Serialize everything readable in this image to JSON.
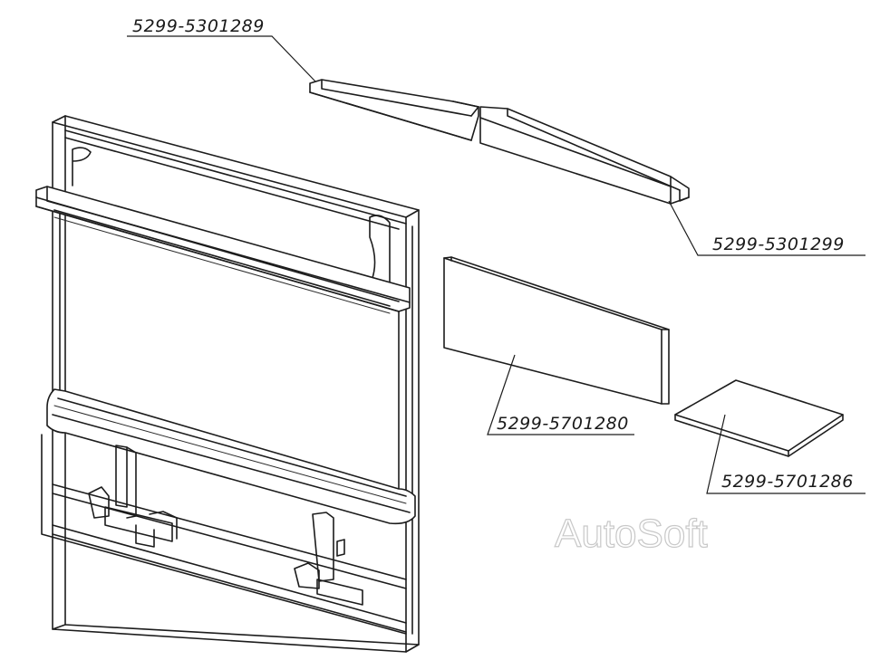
{
  "labels": {
    "part_top_rail": "5299-5301289",
    "part_top_rail_ext": "5299-5301299",
    "part_panel_large": "5299-5701280",
    "part_panel_small": "5299-5701286"
  },
  "watermark": "AutoSoft",
  "colors": {
    "line": "#1c1c1c",
    "background": "#ffffff",
    "watermark": "#c8c8c8"
  }
}
